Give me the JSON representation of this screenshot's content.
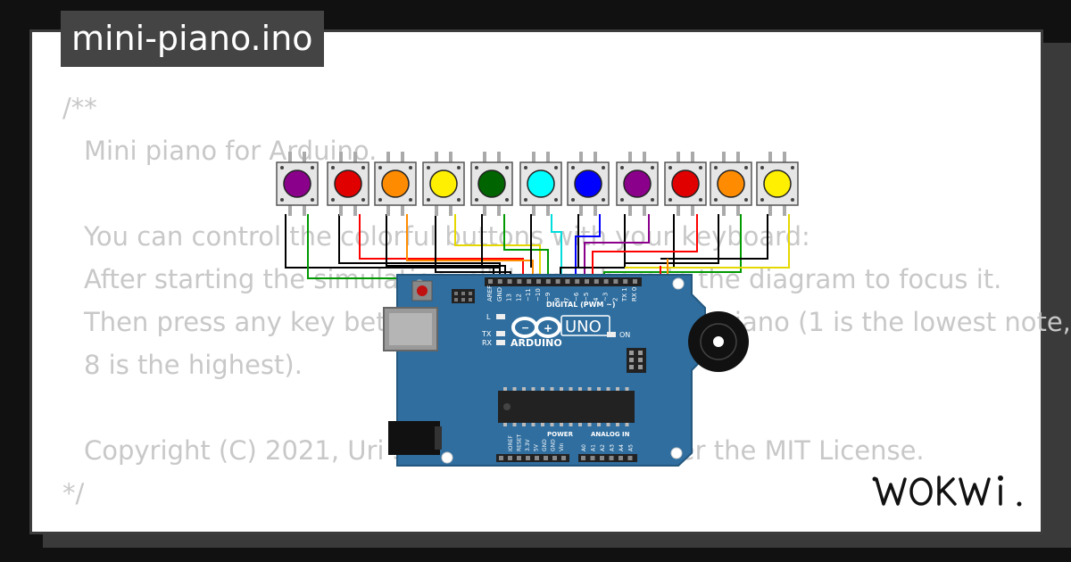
{
  "sketch": {
    "file_name": "mini-piano.ino"
  },
  "code": {
    "lines": [
      "/**",
      "Mini piano for Arduino.",
      "",
      "You can control the colorful buttons with your keyboard:",
      "After starting the simulation, click anywhere in the diagram to focus it.",
      "Then press any key between 1 and 8 to play the piano (1 is the lowest note,",
      "8 is the highest).",
      "",
      "Copyright (C) 2021, Uri Shaked. Released under the MIT License.",
      "*/"
    ]
  },
  "board": {
    "brand": "ARDUINO",
    "model": "UNO",
    "digital_label": "DIGITAL (PWM ~)",
    "power_label": "POWER",
    "analog_label": "ANALOG IN",
    "on_label": "ON",
    "l_label": "L",
    "tx_label": "TX",
    "rx_label": "RX",
    "top_pins": [
      "AREF",
      "GND",
      "13",
      "12",
      "~11",
      "~10",
      "~9",
      "8",
      "7",
      "~6",
      "~5",
      "4",
      "~3",
      "2",
      "TX 1",
      "RX 0"
    ],
    "power_pins": [
      "IOREF",
      "RESET",
      "3.3V",
      "5V",
      "GND",
      "GND",
      "Vin"
    ],
    "analog_pins": [
      "A0",
      "A1",
      "A2",
      "A3",
      "A4",
      "A5"
    ],
    "colors": {
      "pcb": "#2f6e9f",
      "chip": "#222222"
    }
  },
  "buttons": {
    "colors": [
      "#8b008b",
      "#e00000",
      "#ff8c00",
      "#ffef00",
      "#006400",
      "#00ffff",
      "#0000ff",
      "#8b008b",
      "#e00000",
      "#ff8c00",
      "#ffef00"
    ]
  },
  "brand": {
    "logo": "WOKWI"
  }
}
